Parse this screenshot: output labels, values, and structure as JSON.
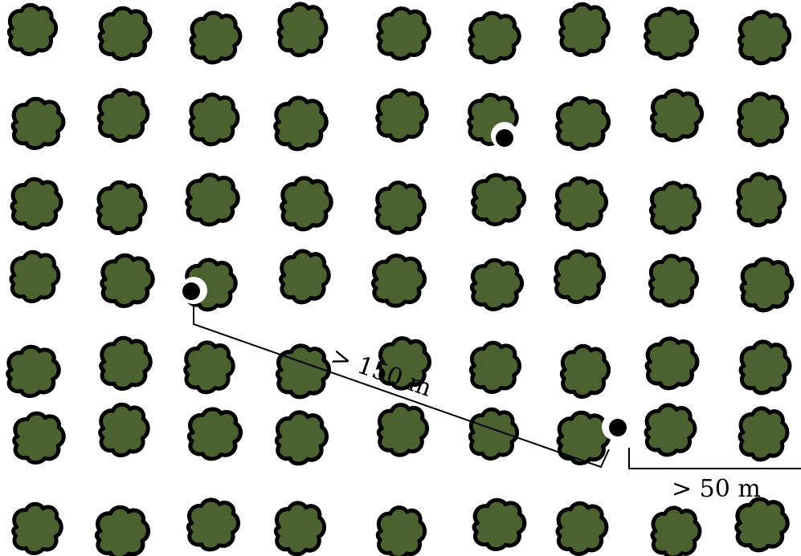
{
  "colors": {
    "tree_fill": "#4b6230",
    "tree_outline": "#000000",
    "marker_fill": "#000000",
    "marker_ring": "#ffffff",
    "line": "#000000",
    "background": "#ffffff"
  },
  "icons": {
    "tree": "tree-crown-icon",
    "marker": "sample-point-marker"
  },
  "grid": {
    "rows": 7,
    "columns": 9
  },
  "measurements": [
    {
      "id": "long",
      "label": "> 150 m"
    },
    {
      "id": "short",
      "label": "> 50 m"
    }
  ]
}
